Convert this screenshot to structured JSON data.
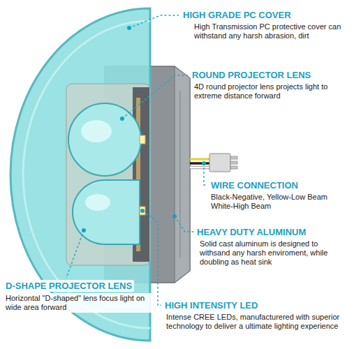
{
  "diagram": {
    "labels": [
      "HIGH GRADE PC COVER",
      "High Transmission PC protective cover can withstand any harsh abrasion, dirt",
      "ROUND PROJECTOR LENS",
      "4D round projector lens projects light to extreme distance forward",
      "WIRE CONNECTION",
      "Black-Negative, Yellow-Low Beam White-High Beam",
      "HEAVY DUTY ALUMINUM",
      "Solid cast aluminum is designed to withsand any harsh enviroment, while doubling as heat sink",
      "D-SHAPE PROJECTOR LENS",
      "Horizontal \"D-shaped\" lens focus light on wide area forward",
      "HIGH INTENSITY LED",
      "Intense CREE LEDs, manufacturered with superior technology to deliver a ultimate lighting experience"
    ]
  }
}
